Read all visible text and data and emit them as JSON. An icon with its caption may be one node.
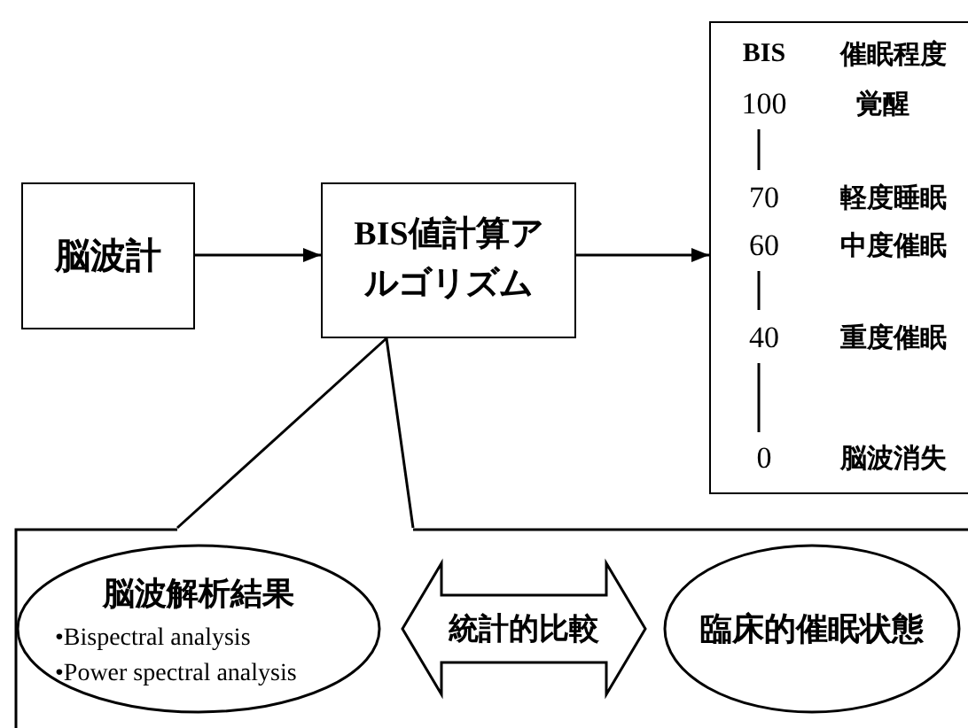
{
  "diagram": {
    "nodes": [
      {
        "text": [
          "脳波計"
        ]
      },
      {
        "text": [
          "BIS値計算アルゴリズム"
        ]
      },
      {
        "text": [
          "BIS",
          "催眠程度",
          "100",
          "覚醒",
          "70",
          "軽度睡眠",
          "60",
          "中度催眠",
          "40",
          "重度催眠",
          "0",
          "脳波消失"
        ]
      },
      {
        "text": [],
        "shape": "box"
      },
      {
        "text": [
          "脳波解析結果",
          "•Bispectral analysis",
          "•Power spectral analysis"
        ],
        "in": 3
      },
      {
        "text": [
          "臨床的催眠状態"
        ],
        "in": 3
      }
    ],
    "edges": [
      {
        "from": 0,
        "to": 1,
        "arrow": "to"
      },
      {
        "from": 1,
        "to": 2,
        "arrow": "to"
      },
      {
        "from": 1,
        "to": 3,
        "arrow": "none"
      },
      {
        "from": 1,
        "to": 3,
        "arrow": "none"
      },
      {
        "from": 4,
        "to": 5,
        "arrow": "both",
        "label": "統計的比較"
      }
    ]
  }
}
